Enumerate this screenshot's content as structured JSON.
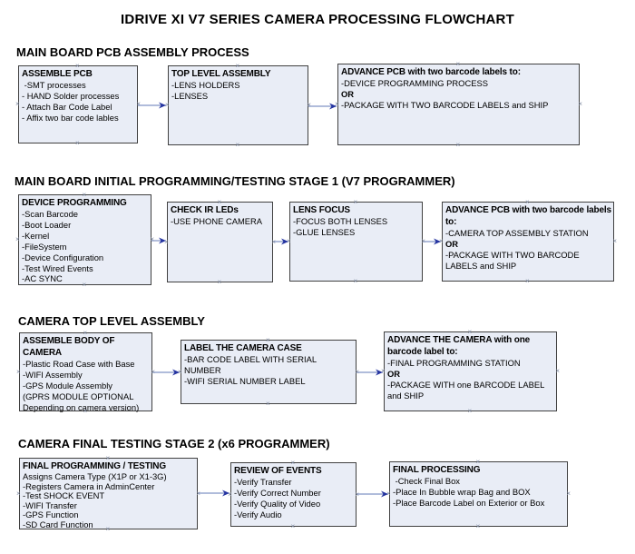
{
  "title": "IDRIVE XI V7 SERIES CAMERA PROCESSING FLOWCHART",
  "icons": {
    "anchor": "×"
  },
  "colors": {
    "box_fill": "#e9edf6",
    "box_border": "#404040",
    "arrow_line": "#8193c5",
    "arrow_head": "#2433a0",
    "text": "#000000"
  },
  "sections": [
    {
      "heading": "MAIN BOARD PCB ASSEMBLY PROCESS",
      "boxes": [
        {
          "title": "ASSEMBLE PCB",
          "lines": [
            " -SMT processes",
            "- HAND Solder processes",
            "- Attach Bar Code Label",
            "- Affix two bar code lables"
          ]
        },
        {
          "title": "TOP LEVEL ASSEMBLY",
          "lines": [
            "-LENS HOLDERS",
            "-LENSES"
          ]
        },
        {
          "title": "ADVANCE PCB with two barcode labels to:",
          "lines": [
            "-DEVICE PROGRAMMING PROCESS",
            "OR",
            "-PACKAGE WITH TWO BARCODE LABELS and SHIP"
          ]
        }
      ]
    },
    {
      "heading": "MAIN BOARD INITIAL PROGRAMMING/TESTING STAGE 1 (V7 PROGRAMMER)",
      "boxes": [
        {
          "title": "DEVICE PROGRAMMING",
          "lines": [
            "-Scan Barcode",
            "-Boot Loader",
            "-Kernel",
            "-FileSystem",
            "-Device Configuration",
            "-Test Wired Events",
            "-AC SYNC"
          ]
        },
        {
          "title": "CHECK IR LEDs",
          "lines": [
            "-USE PHONE CAMERA"
          ]
        },
        {
          "title": "LENS FOCUS",
          "lines": [
            "-FOCUS BOTH LENSES",
            "-GLUE LENSES"
          ]
        },
        {
          "title": "ADVANCE PCB with two barcode labels to:",
          "lines": [
            "-CAMERA TOP ASSEMBLY STATION",
            "OR",
            "-PACKAGE WITH TWO BARCODE LABELS and SHIP"
          ]
        }
      ]
    },
    {
      "heading": "CAMERA TOP LEVEL ASSEMBLY",
      "boxes": [
        {
          "title": "ASSEMBLE BODY OF CAMERA",
          "lines": [
            "-Plastic Road Case with Base",
            "-WIFI Assembly",
            "-GPS Module Assembly",
            "(GPRS MODULE OPTIONAL",
            "Depending on camera version)"
          ]
        },
        {
          "title": "LABEL THE CAMERA CASE",
          "lines": [
            "-BAR CODE LABEL WITH SERIAL NUMBER",
            "-WIFI SERIAL NUMBER LABEL"
          ]
        },
        {
          "title": "ADVANCE THE CAMERA with one barcode label to:",
          "lines": [
            "-FINAL PROGRAMMING STATION",
            "OR",
            "-PACKAGE WITH one BARCODE LABEL and SHIP"
          ]
        }
      ]
    },
    {
      "heading": "CAMERA FINAL TESTING STAGE 2 (x6 PROGRAMMER)",
      "boxes": [
        {
          "title": "FINAL PROGRAMMING / TESTING",
          "lines": [
            "Assigns Camera Type (X1P or X1-3G)",
            "-Registers Camera in AdminCenter",
            "-Test SHOCK EVENT",
            "-WIFI Transfer",
            "-GPS Function",
            "-SD Card Function"
          ]
        },
        {
          "title": "REVIEW OF EVENTS",
          "lines": [
            "-Verify Transfer",
            "-Verify Correct Number",
            "-Verify Quality of Video",
            "-Verify Audio"
          ]
        },
        {
          "title": "FINAL PROCESSING",
          "lines": [
            " -Check Final Box",
            "-Place In Bubble wrap Bag and BOX",
            "-Place Barcode Label on Exterior or Box"
          ]
        }
      ]
    }
  ]
}
